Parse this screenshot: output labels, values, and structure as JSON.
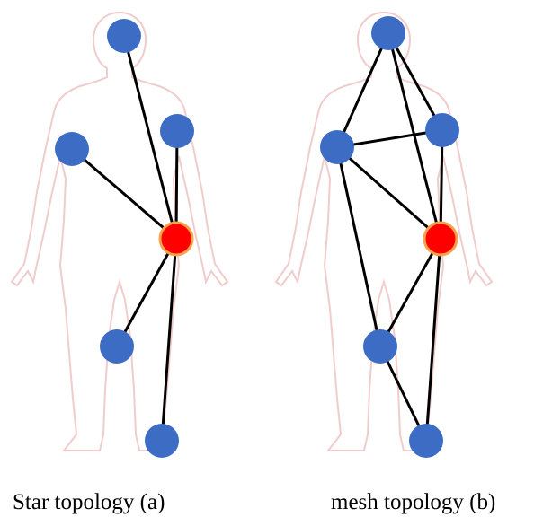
{
  "figure": {
    "panels": [
      {
        "id": "a",
        "caption": "Star topology (a)",
        "hub_node": "hub",
        "nodes": [
          "head",
          "left-shoulder",
          "right-shoulder",
          "hub",
          "left-knee",
          "right-ankle"
        ],
        "links": [
          [
            "head",
            "hub"
          ],
          [
            "left-shoulder",
            "hub"
          ],
          [
            "right-shoulder",
            "hub"
          ],
          [
            "hub",
            "left-knee"
          ],
          [
            "hub",
            "right-ankle"
          ]
        ]
      },
      {
        "id": "b",
        "caption": "mesh topology (b)",
        "hub_node": "hub",
        "nodes": [
          "head",
          "left-shoulder",
          "right-shoulder",
          "hub",
          "left-knee",
          "right-ankle"
        ],
        "links": [
          [
            "head",
            "left-shoulder"
          ],
          [
            "head",
            "right-shoulder"
          ],
          [
            "head",
            "hub"
          ],
          [
            "left-shoulder",
            "right-shoulder"
          ],
          [
            "left-shoulder",
            "hub"
          ],
          [
            "left-shoulder",
            "left-knee"
          ],
          [
            "right-shoulder",
            "hub"
          ],
          [
            "hub",
            "left-knee"
          ],
          [
            "hub",
            "right-ankle"
          ],
          [
            "left-knee",
            "right-ankle"
          ]
        ]
      }
    ],
    "colors": {
      "sensor_node": "#3d6cc4",
      "hub_node": "#fe0000",
      "hub_ring": "#f7a24a",
      "link": "#000000",
      "body_outline": "#f0cccc"
    }
  }
}
